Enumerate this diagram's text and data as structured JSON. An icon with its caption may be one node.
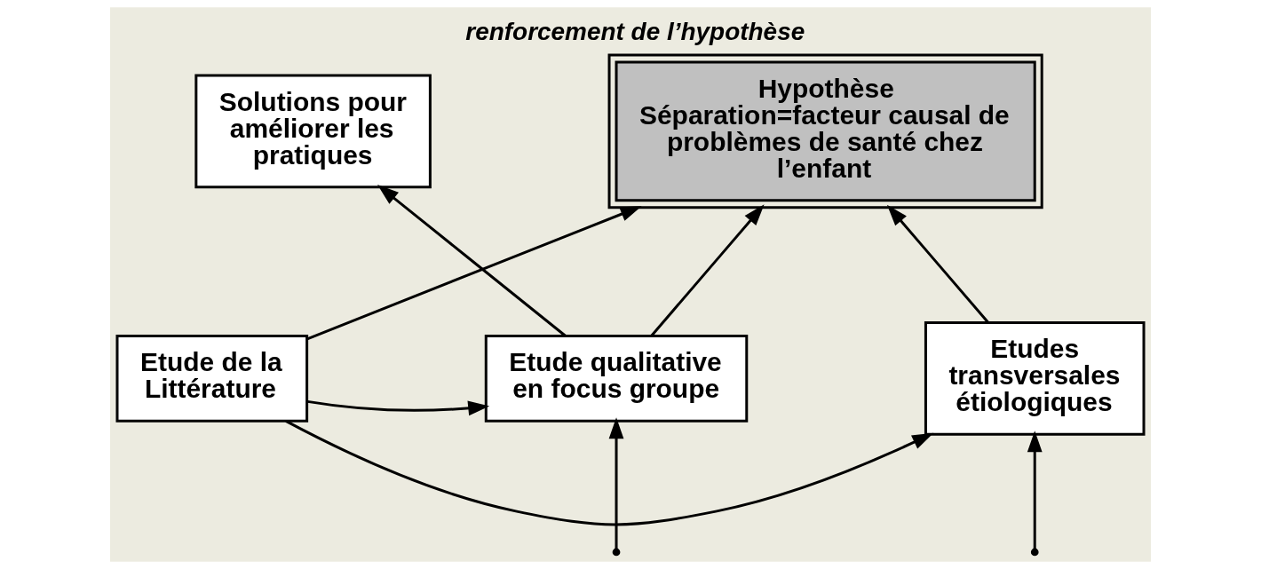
{
  "diagram": {
    "title": "renforcement de l’hypothèse",
    "nodes": [
      {
        "text": [
          "Solutions pour améliorer les pratiques"
        ]
      },
      {
        "text": [
          "Hypothèse",
          "Séparation=facteur causal de problèmes de santé chez l’enfant"
        ]
      },
      {
        "text": [
          "Etude qualitative en focus groupe"
        ]
      },
      {
        "text": [
          "Etude de la Littérature"
        ]
      },
      {
        "text": [
          "Etudes transversales étiologiques"
        ]
      }
    ],
    "edges": [
      {
        "from": 2,
        "to": 0,
        "arrow": "to"
      },
      {
        "from": 2,
        "to": 1,
        "arrow": "to"
      },
      {
        "from": 3,
        "to": 1,
        "arrow": "to"
      },
      {
        "from": 4,
        "to": 1,
        "arrow": "to"
      },
      {
        "from": 3,
        "to": 2,
        "arrow": "to"
      },
      {
        "from": 3,
        "to": 4,
        "arrow": "to"
      },
      {
        "from": null,
        "to": 2,
        "arrow": "to"
      },
      {
        "from": null,
        "to": 4,
        "arrow": "to"
      }
    ]
  }
}
